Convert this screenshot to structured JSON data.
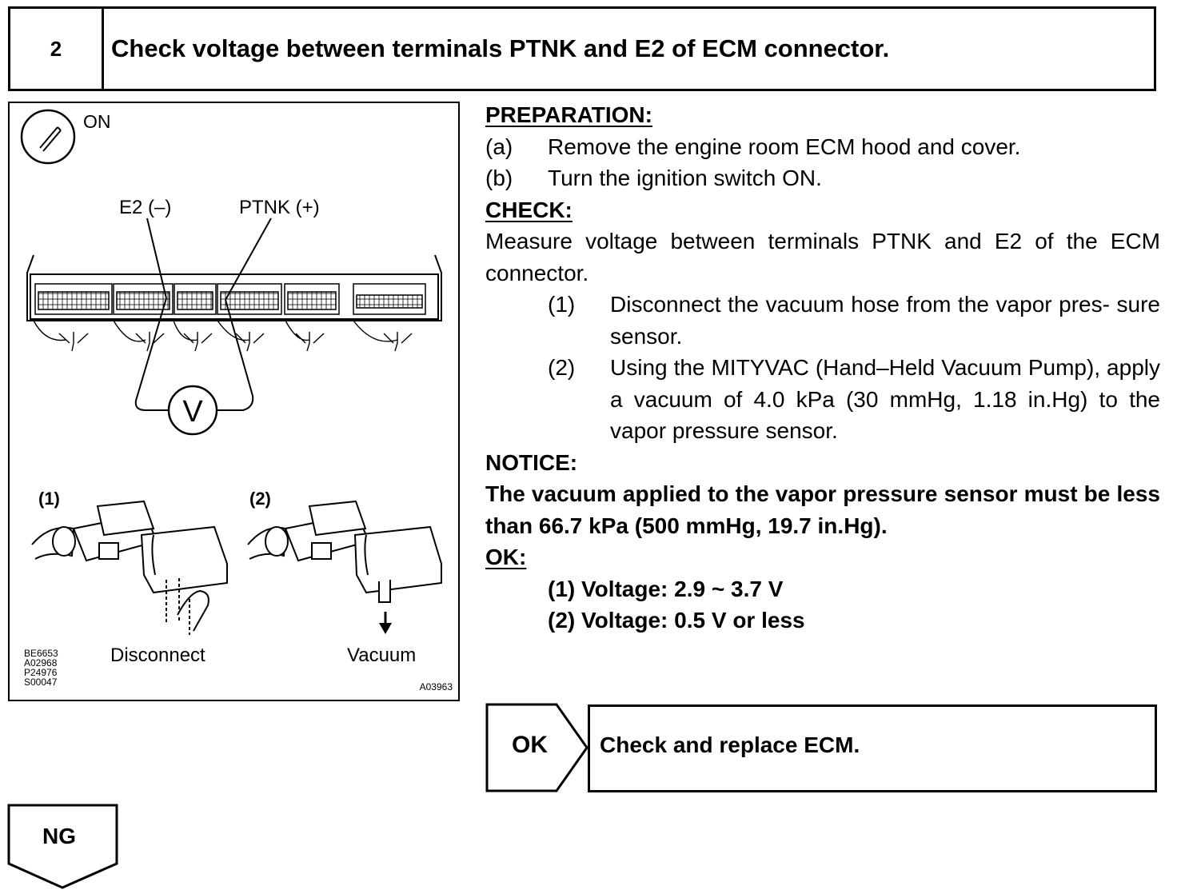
{
  "header": {
    "step_number": "2",
    "title": "Check voltage between terminals PTNK and E2 of ECM connector."
  },
  "figure": {
    "ignition_label": "ON",
    "e2_label": "E2 (–)",
    "ptnk_label": "PTNK (+)",
    "meter_label": "V",
    "step1_label": "(1)",
    "step2_label": "(2)",
    "disconnect_label": "Disconnect",
    "vacuum_label": "Vacuum",
    "ref_codes": [
      "BE6653",
      "A02968",
      "P24976",
      "S00047"
    ],
    "figure_code": "A03963"
  },
  "instructions": {
    "preparation_heading": "PREPARATION:",
    "prep_a_label": "(a)",
    "prep_a_text": "Remove the engine room ECM hood and cover.",
    "prep_b_label": "(b)",
    "prep_b_text": "Turn the ignition switch ON.",
    "check_heading": "CHECK:",
    "check_text": "Measure voltage between terminals PTNK and E2 of the ECM connector.",
    "check_1_label": "(1)",
    "check_1_text": "Disconnect the vacuum hose from the vapor pres- sure sensor.",
    "check_2_label": "(2)",
    "check_2_text": "Using the MITYVAC (Hand–Held Vacuum Pump), apply a vacuum of 4.0 kPa (30 mmHg, 1.18 in.Hg) to the vapor pressure sensor.",
    "notice_heading": "NOTICE:",
    "notice_text": "The vacuum applied to the vapor pressure sensor must be less than 66.7 kPa (500 mmHg, 19.7 in.Hg).",
    "ok_heading": "OK:",
    "ok_1": "(1) Voltage: 2.9 ~ 3.7 V",
    "ok_2": "(2) Voltage: 0.5 V or less"
  },
  "result": {
    "ok_label": "OK",
    "ok_action": "Check and replace ECM.",
    "ng_label": "NG"
  }
}
